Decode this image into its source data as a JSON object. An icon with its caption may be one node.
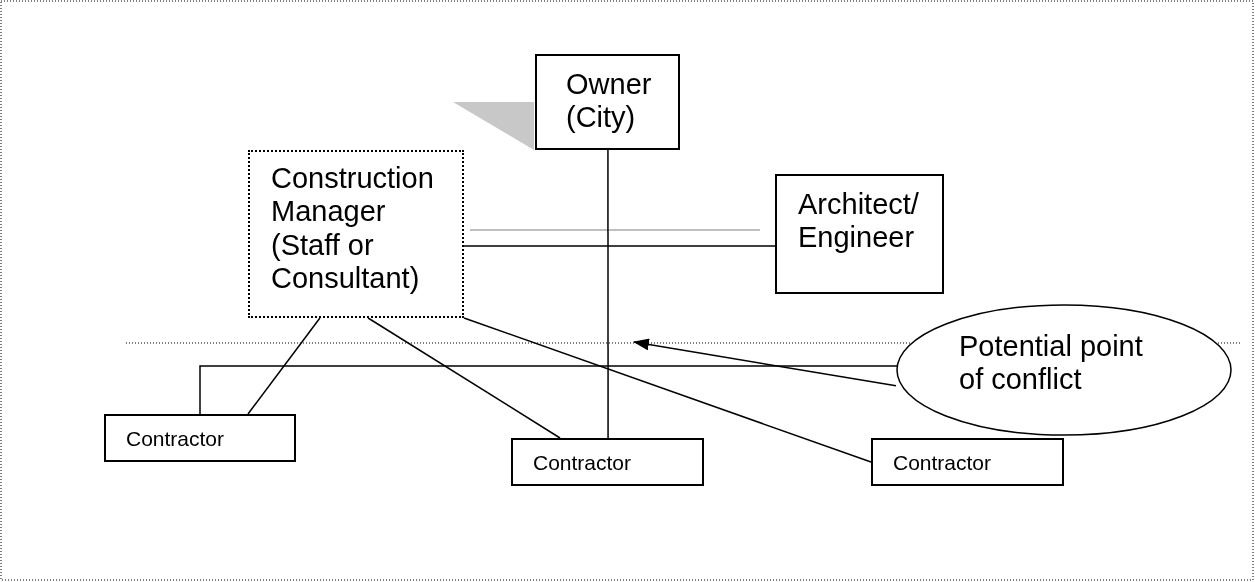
{
  "diagram": {
    "nodes": [
      {
        "text": [
          "Owner (City)"
        ]
      },
      {
        "text": [
          "Construction Manager (Staff or Consultant)"
        ]
      },
      {
        "text": [
          "Architect/ Engineer"
        ]
      },
      {
        "text": [
          "Contractor"
        ]
      },
      {
        "text": [
          "Contractor"
        ]
      },
      {
        "text": [
          "Contractor"
        ]
      },
      {
        "text": [
          "Potential point of conflict"
        ]
      }
    ],
    "edges": [
      {
        "from": 1,
        "to": 2,
        "arrow": "none"
      },
      {
        "from": 0,
        "to": 4,
        "arrow": "none"
      },
      {
        "from": 1,
        "to": 3,
        "arrow": "none"
      },
      {
        "from": 1,
        "to": 4,
        "arrow": "none"
      },
      {
        "from": 1,
        "to": 5,
        "arrow": "none"
      },
      {
        "from": 3,
        "to": 6,
        "arrow": "none"
      },
      {
        "from": 6,
        "to": null,
        "arrow": "to"
      }
    ]
  }
}
